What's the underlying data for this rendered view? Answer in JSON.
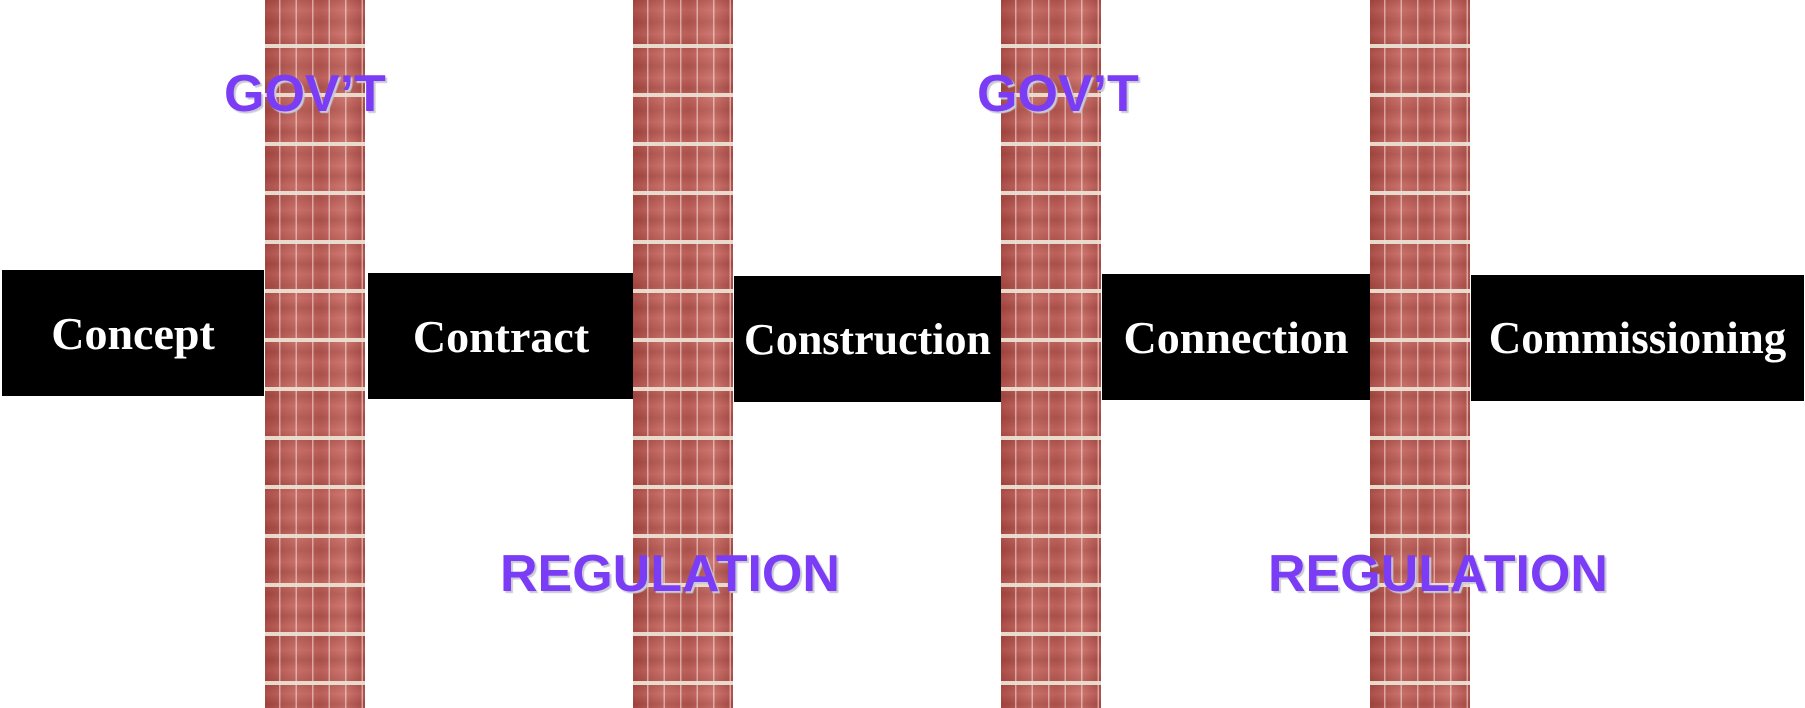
{
  "stages": [
    {
      "label": "Concept"
    },
    {
      "label": "Contract"
    },
    {
      "label": "Construction"
    },
    {
      "label": "Connection"
    },
    {
      "label": "Commissioning"
    }
  ],
  "walls": [
    "brick-wall",
    "brick-wall",
    "brick-wall",
    "brick-wall"
  ],
  "labels": {
    "govt_1": "GOV’T",
    "govt_2": "GOV’T",
    "regulation_1": "REGULATION",
    "regulation_2": "REGULATION"
  },
  "colors": {
    "stage_background": "#000000",
    "stage_text": "#ffffff",
    "label_text": "#7b3cf5",
    "brick": "#b65a55",
    "mortar": "#ebe1d2"
  }
}
